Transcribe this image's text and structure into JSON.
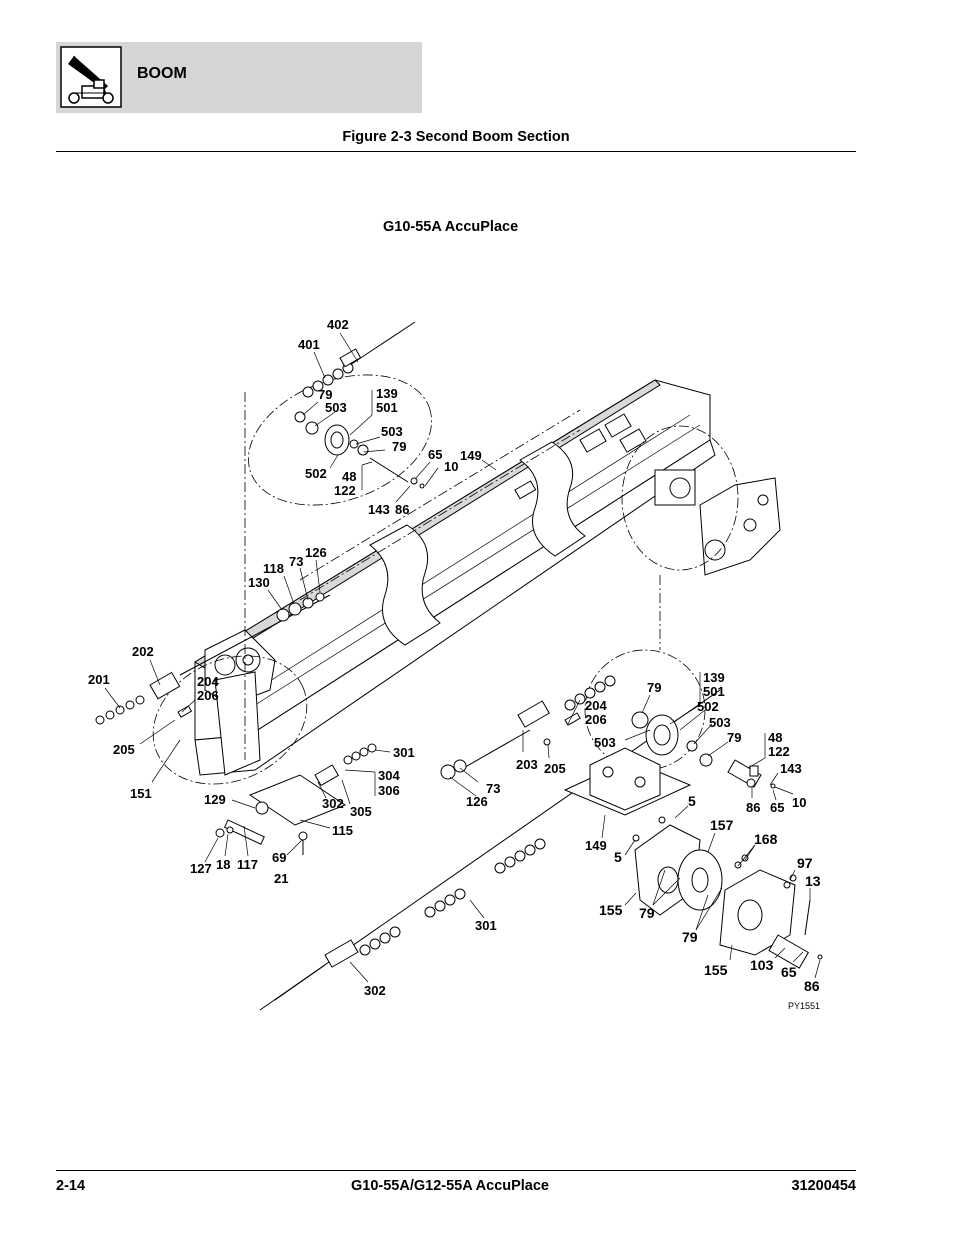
{
  "header": {
    "section_title": "BOOM",
    "icon": "telehandler-boom-icon"
  },
  "figure": {
    "title": "Figure 2-3 Second Boom Section",
    "subtitle": "G10-55A AccuPlace",
    "drawing_id": "PY1551"
  },
  "callouts": [
    {
      "id": "c402",
      "text": "402"
    },
    {
      "id": "c401",
      "text": "401"
    },
    {
      "id": "c79a",
      "text": "79"
    },
    {
      "id": "c503a",
      "text": "503"
    },
    {
      "id": "c139a",
      "text": "139"
    },
    {
      "id": "c501a",
      "text": "501"
    },
    {
      "id": "c503b",
      "text": "503"
    },
    {
      "id": "c79b",
      "text": "79"
    },
    {
      "id": "c502a",
      "text": "502"
    },
    {
      "id": "c48a",
      "text": "48"
    },
    {
      "id": "c122a",
      "text": "122"
    },
    {
      "id": "c65a",
      "text": "65"
    },
    {
      "id": "c10a",
      "text": "10"
    },
    {
      "id": "c149a",
      "text": "149"
    },
    {
      "id": "c143a",
      "text": "143"
    },
    {
      "id": "c86a",
      "text": "86"
    },
    {
      "id": "c126a",
      "text": "126"
    },
    {
      "id": "c73a",
      "text": "73"
    },
    {
      "id": "c118",
      "text": "118"
    },
    {
      "id": "c130",
      "text": "130"
    },
    {
      "id": "c202",
      "text": "202"
    },
    {
      "id": "c201",
      "text": "201"
    },
    {
      "id": "c204a",
      "text": "204"
    },
    {
      "id": "c206a",
      "text": "206"
    },
    {
      "id": "c205a",
      "text": "205"
    },
    {
      "id": "c151",
      "text": "151"
    },
    {
      "id": "c301a",
      "text": "301"
    },
    {
      "id": "c304",
      "text": "304"
    },
    {
      "id": "c306",
      "text": "306"
    },
    {
      "id": "c302a",
      "text": "302"
    },
    {
      "id": "c305",
      "text": "305"
    },
    {
      "id": "c129",
      "text": "129"
    },
    {
      "id": "c115",
      "text": "115"
    },
    {
      "id": "c127",
      "text": "127"
    },
    {
      "id": "c18",
      "text": "18"
    },
    {
      "id": "c117",
      "text": "117"
    },
    {
      "id": "c69",
      "text": "69"
    },
    {
      "id": "c21",
      "text": "21"
    },
    {
      "id": "c139b",
      "text": "139"
    },
    {
      "id": "c501b",
      "text": "501"
    },
    {
      "id": "c79c",
      "text": "79"
    },
    {
      "id": "c502b",
      "text": "502"
    },
    {
      "id": "c204b",
      "text": "204"
    },
    {
      "id": "c206b",
      "text": "206"
    },
    {
      "id": "c503c",
      "text": "503"
    },
    {
      "id": "c503d",
      "text": "503"
    },
    {
      "id": "c79d",
      "text": "79"
    },
    {
      "id": "c48b",
      "text": "48"
    },
    {
      "id": "c122b",
      "text": "122"
    },
    {
      "id": "c143b",
      "text": "143"
    },
    {
      "id": "c203",
      "text": "203"
    },
    {
      "id": "c205b",
      "text": "205"
    },
    {
      "id": "c73b",
      "text": "73"
    },
    {
      "id": "c126b",
      "text": "126"
    },
    {
      "id": "c86b",
      "text": "86"
    },
    {
      "id": "c65b",
      "text": "65"
    },
    {
      "id": "c10b",
      "text": "10"
    },
    {
      "id": "c5a",
      "text": "5"
    },
    {
      "id": "c157",
      "text": "157"
    },
    {
      "id": "c168",
      "text": "168"
    },
    {
      "id": "c149b",
      "text": "149"
    },
    {
      "id": "c5b",
      "text": "5"
    },
    {
      "id": "c97",
      "text": "97"
    },
    {
      "id": "c13",
      "text": "13"
    },
    {
      "id": "c155a",
      "text": "155"
    },
    {
      "id": "c79e",
      "text": "79"
    },
    {
      "id": "c79f",
      "text": "79"
    },
    {
      "id": "c301b",
      "text": "301"
    },
    {
      "id": "c155b",
      "text": "155"
    },
    {
      "id": "c103",
      "text": "103"
    },
    {
      "id": "c65c",
      "text": "65"
    },
    {
      "id": "c86c",
      "text": "86"
    },
    {
      "id": "c302b",
      "text": "302"
    }
  ],
  "footer": {
    "page_number": "2-14",
    "manual_title": "G10-55A/G12-55A AccuPlace",
    "document_number": "31200454"
  }
}
